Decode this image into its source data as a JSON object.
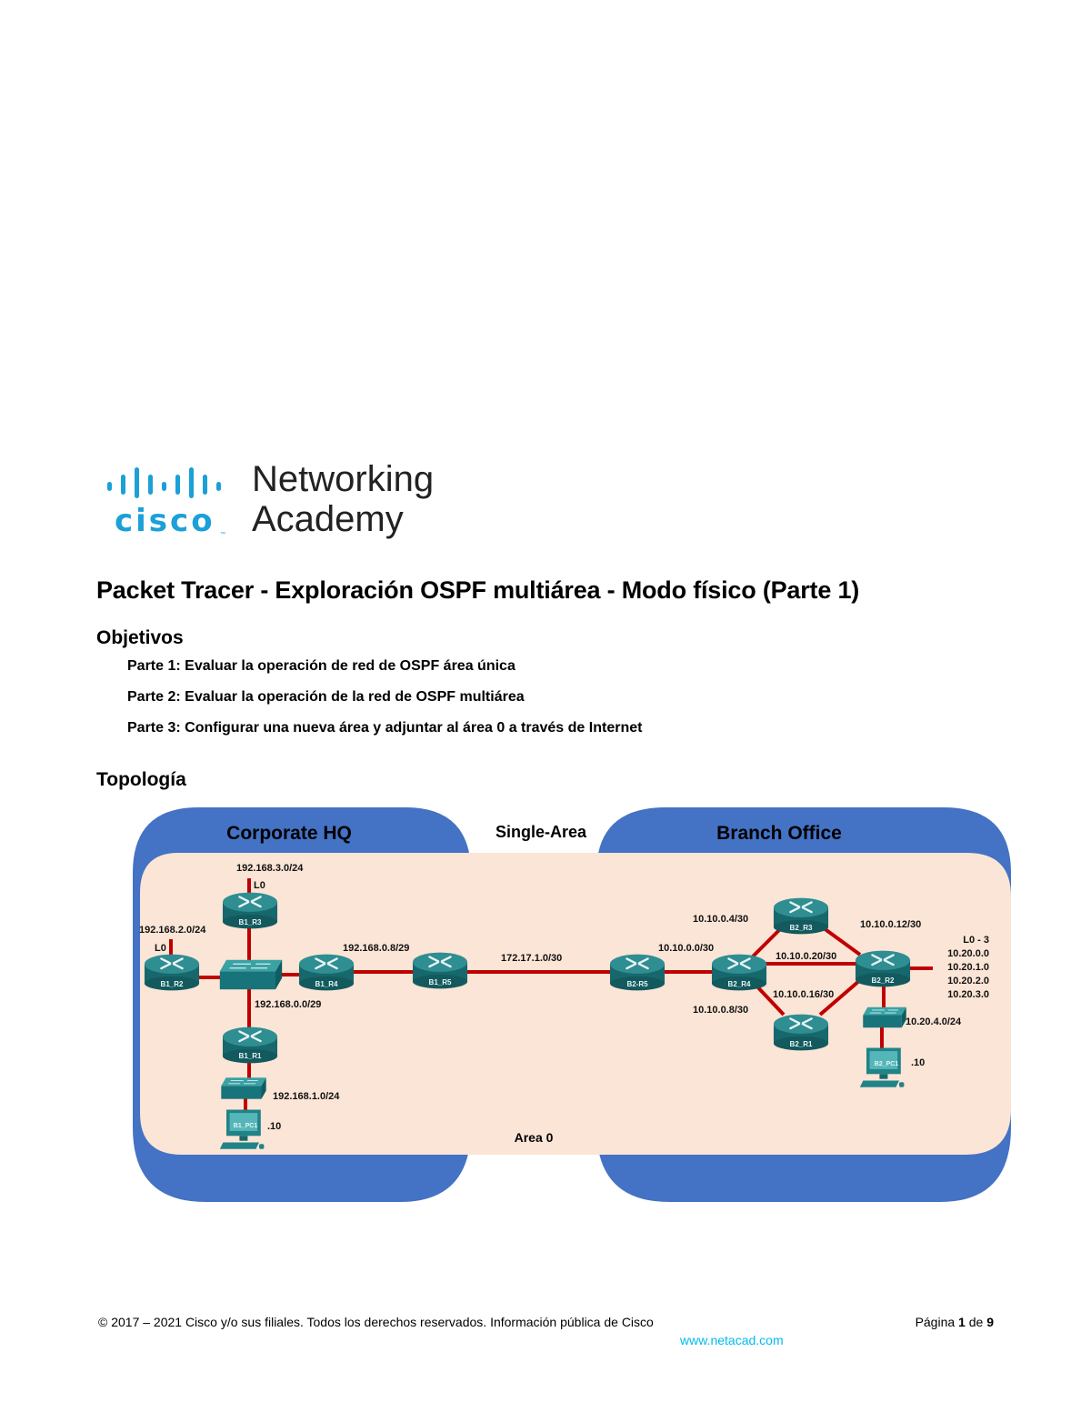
{
  "logo": {
    "brand": "cisco",
    "line1": "Networking",
    "line2": "Academy",
    "brand_color": "#1ba0d7"
  },
  "title": "Packet Tracer - Exploración OSPF multiárea - Modo físico (Parte 1)",
  "objectives": {
    "heading": "Objetivos",
    "items": [
      "Parte 1: Evaluar la operación de red de OSPF área única",
      "Parte 2: Evaluar la operación de la red de OSPF multiárea",
      "Parte 3: Configurar una nueva área y adjuntar al área 0 a través de Internet"
    ]
  },
  "topology": {
    "heading": "Topología",
    "colors": {
      "region": "#4472c4",
      "area": "#fbe5d6",
      "link": "#c00000",
      "device": "#1f7f84"
    },
    "regions": {
      "left": "Corporate HQ",
      "middle": "Single-Area",
      "right": "Branch Office",
      "area": "Area 0"
    },
    "devices": {
      "b1_r1": "B1_R1",
      "b1_r2": "B1_R2",
      "b1_r3": "B1_R3",
      "b1_r4": "B1_R4",
      "b1_r5": "B1_R5",
      "b1_pc1": "B1_PC1",
      "b2_r1": "B2_R1",
      "b2_r2": "B2_R2",
      "b2_r3": "B2_R3",
      "b2_r4": "B2_R4",
      "b2_r5": "B2-R5",
      "b2_pc1": "B2_PC1"
    },
    "labels": {
      "net_192_168_3": "192.168.3.0/24",
      "lo_r3": "L0",
      "net_192_168_2": "192.168.2.0/24",
      "lo_r2": "L0",
      "net_192_168_0_8": "192.168.0.8/29",
      "net_192_168_0_0": "192.168.0.0/29",
      "net_192_168_1": "192.168.1.0/24",
      "pc1_host": ".10",
      "net_172": "172.17.1.0/30",
      "net_10_0": "10.10.0.0/30",
      "net_10_4": "10.10.0.4/30",
      "net_10_8": "10.10.0.8/30",
      "net_10_12": "10.10.0.12/30",
      "net_10_16": "10.10.0.16/30",
      "net_10_20": "10.10.0.20/30",
      "loopbacks_title": "L0 - 3",
      "lo_nets": [
        "10.20.0.0",
        "10.20.1.0",
        "10.20.2.0",
        "10.20.3.0"
      ],
      "net_10_20_4": "10.20.4.0/24",
      "pc2_host": ".10"
    }
  },
  "footer": {
    "copyright": "© 2017 – 2021 Cisco y/o sus filiales. Todos los derechos reservados. Información pública de Cisco",
    "page_prefix": "Página ",
    "page_current": "1",
    "page_mid": " de ",
    "page_total": "9",
    "link": "www.netacad.com"
  }
}
